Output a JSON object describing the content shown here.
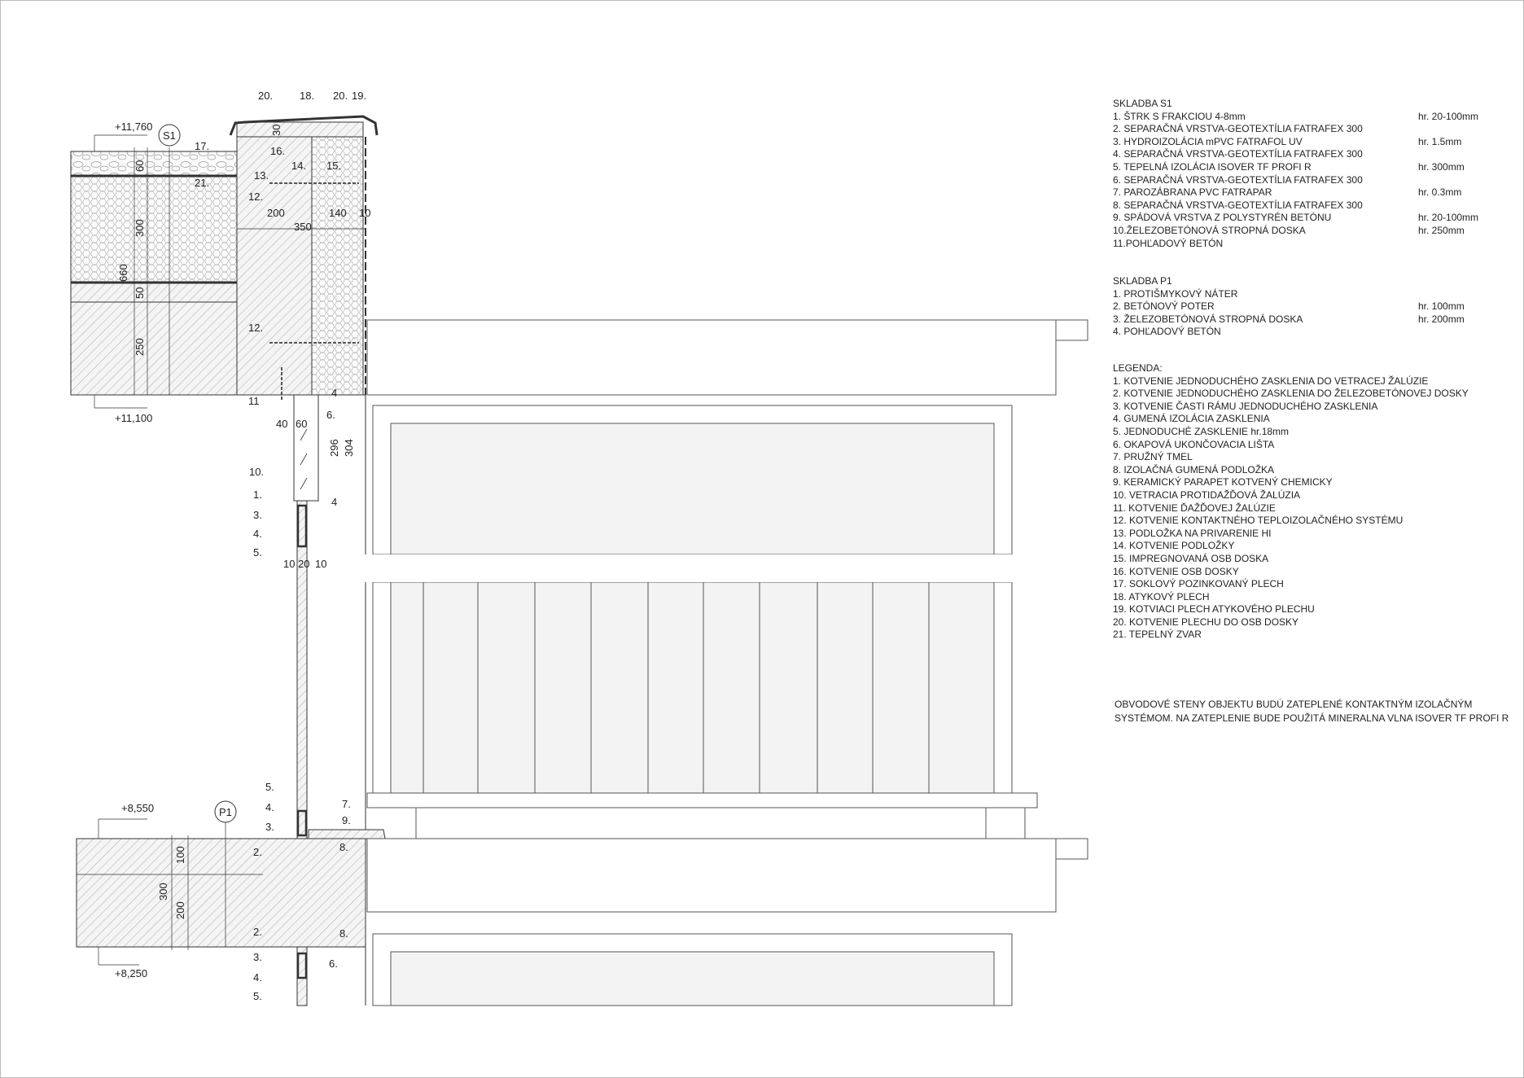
{
  "drawing": {
    "levels": {
      "top_roof": "+11,760",
      "bottom_roof": "+11,100",
      "top_floor": "+8,550",
      "bottom_floor": "+8,250"
    },
    "section_marks": {
      "roof": "S1",
      "floor": "P1"
    },
    "dimensions": {
      "roof_60": "60",
      "roof_300": "300",
      "roof_660": "660",
      "roof_50": "50",
      "roof_250": "250",
      "parapet_30": "30",
      "parapet_200": "200",
      "parapet_140": "140",
      "parapet_10": "10",
      "parapet_350": "350",
      "lintel_40": "40",
      "lintel_60": "60",
      "lintel_296": "296",
      "lintel_304": "304",
      "lintel_4a": "4",
      "lintel_4b": "4",
      "glass_10a": "10",
      "glass_20": "20",
      "glass_10b": "10",
      "floor_100": "100",
      "floor_300": "300",
      "floor_200": "200"
    },
    "callouts": {
      "c20a": "20.",
      "c18": "18.",
      "c20b": "20.",
      "c19": "19.",
      "c17": "17.",
      "c16": "16.",
      "c14": "14.",
      "c15": "15.",
      "c13": "13.",
      "c21": "21.",
      "c12a": "12.",
      "c12b": "12.",
      "c11": "11",
      "c6a": "6.",
      "c10": "10.",
      "c1": "1.",
      "c3a": "3.",
      "c4a": "4.",
      "c5a": "5.",
      "c5b": "5.",
      "c4b": "4.",
      "c7": "7.",
      "c3b": "3.",
      "c9": "9.",
      "c8a": "8.",
      "c2a": "2.",
      "c2b": "2.",
      "c8b": "8.",
      "c3c": "3.",
      "c6b": "6.",
      "c4c": "4.",
      "c5c": "5."
    }
  },
  "skladba_s1": {
    "title": "SKLADBA S1",
    "items": [
      {
        "label": "1.  ŠTRK S FRAKCIOU 4-8mm",
        "thickness": "hr. 20-100mm"
      },
      {
        "label": "2.  SEPARAČNÁ VRSTVA-GEOTEXTÍLIA FATRAFEX 300",
        "thickness": ""
      },
      {
        "label": "3.  HYDROIZOLÁCIA mPVC FATRAFOL UV",
        "thickness": "hr. 1.5mm"
      },
      {
        "label": "4.  SEPARAČNÁ VRSTVA-GEOTEXTÍLIA FATRAFEX 300",
        "thickness": ""
      },
      {
        "label": "5.  TEPELNÁ IZOLÁCIA ISOVER TF PROFI R",
        "thickness": "hr. 300mm"
      },
      {
        "label": "6.  SEPARAČNÁ VRSTVA-GEOTEXTÍLIA FATRAFEX 300",
        "thickness": ""
      },
      {
        "label": "7.  PAROZÁBRANA PVC FATRAPAR",
        "thickness": "hr. 0.3mm"
      },
      {
        "label": "8.  SEPARAČNÁ VRSTVA-GEOTEXTÍLIA FATRAFEX 300",
        "thickness": ""
      },
      {
        "label": "9.  SPÁDOVÁ VRSTVA Z POLYSTYRÉN BETÓNU",
        "thickness": "hr. 20-100mm"
      },
      {
        "label": "10.ŽELEZOBETÓNOVÁ STROPNÁ DOSKA",
        "thickness": "hr. 250mm"
      },
      {
        "label": "11.POHĽADOVÝ BETÓN",
        "thickness": ""
      }
    ]
  },
  "skladba_p1": {
    "title": "SKLADBA P1",
    "items": [
      {
        "label": "1.  PROTIŠMYKOVÝ NÁTER",
        "thickness": ""
      },
      {
        "label": "2.  BETÓNOVÝ POTER",
        "thickness": "hr. 100mm"
      },
      {
        "label": "3.  ŽELEZOBETÓNOVÁ STROPNÁ DOSKA",
        "thickness": "hr. 200mm"
      },
      {
        "label": "4.  POHĽADOVÝ BETÓN",
        "thickness": ""
      }
    ]
  },
  "legenda": {
    "title": "LEGENDA:",
    "items": [
      "1.  KOTVENIE JEDNODUCHÉHO ZASKLENIA DO VETRACEJ ŽALÚZIE",
      "2.  KOTVENIE JEDNODUCHÉHO ZASKLENIA DO ŽELEZOBETÓNOVEJ DOSKY",
      "3.  KOTVENIE ČASTI RÁMU JEDNODUCHÉHO ZASKLENIA",
      "4.  GUMENÁ IZOLÁCIA ZASKLENIA",
      "5.  JEDNODUCHÉ ZASKLENIE hr.18mm",
      "6.  OKAPOVÁ UKONČOVACIA LIŠTA",
      "7.  PRUŽNÝ TMEL",
      "8.  IZOLAČNÁ GUMENÁ PODLOŽKA",
      "9.  KERAMICKÝ PARAPET KOTVENÝ CHEMICKY",
      "10. VETRACIA PROTIDAŽĎOVÁ ŽALÚZIA",
      "11. KOTVENIE ĎAŽĎOVEJ ŽALÚZIE",
      "12. KOTVENIE KONTAKTNÉHO TEPLOIZOLAČNÉHO SYSTÉMU",
      "13. PODLOŽKA NA PRIVARENIE HI",
      "14. KOTVENIE PODLOŽKY",
      "15. IMPREGNOVANÁ OSB DOSKA",
      "16. KOTVENIE OSB DOSKY",
      "17. SOKLOVÝ POZINKOVANÝ PLECH",
      "18. ATYKOVÝ PLECH",
      "19. KOTVIACI PLECH ATYKOVÉHO PLECHU",
      "20. KOTVENIE PLECHU DO OSB DOSKY",
      "21. TEPELNÝ ZVAR"
    ]
  },
  "note": {
    "line1": "OBVODOVÉ STENY OBJEKTU BUDÚ ZATEPLENÉ KONTAKTNÝM IZOLAČNÝM",
    "line2": "SYSTÉMOM. NA ZATEPLENIE BUDE POUŽITÁ MINERALNA VLNA ISOVER TF PROFI R"
  }
}
